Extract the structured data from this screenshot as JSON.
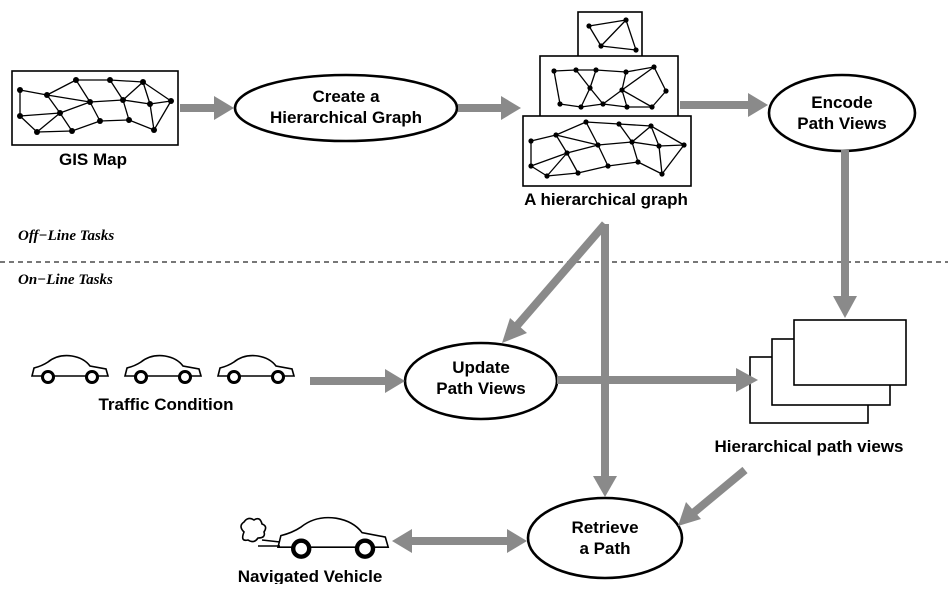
{
  "sections": {
    "offline": "Off−Line Tasks",
    "online": "On−Line Tasks"
  },
  "nodes": {
    "create": [
      "Create a",
      "Hierarchical Graph"
    ],
    "encode": [
      "Encode",
      "Path Views"
    ],
    "update": [
      "Update",
      "Path Views"
    ],
    "retrieve": [
      "Retrieve",
      "a Path"
    ]
  },
  "labels": {
    "gis_map": "GIS Map",
    "hier_graph": "A hierarchical graph",
    "traffic": "Traffic Condition",
    "hier_views": "Hierarchical path views",
    "vehicle": "Navigated Vehicle"
  },
  "colors": {
    "arrow": "#8a8a8a",
    "divider": "#777777",
    "ink": "#000000"
  }
}
